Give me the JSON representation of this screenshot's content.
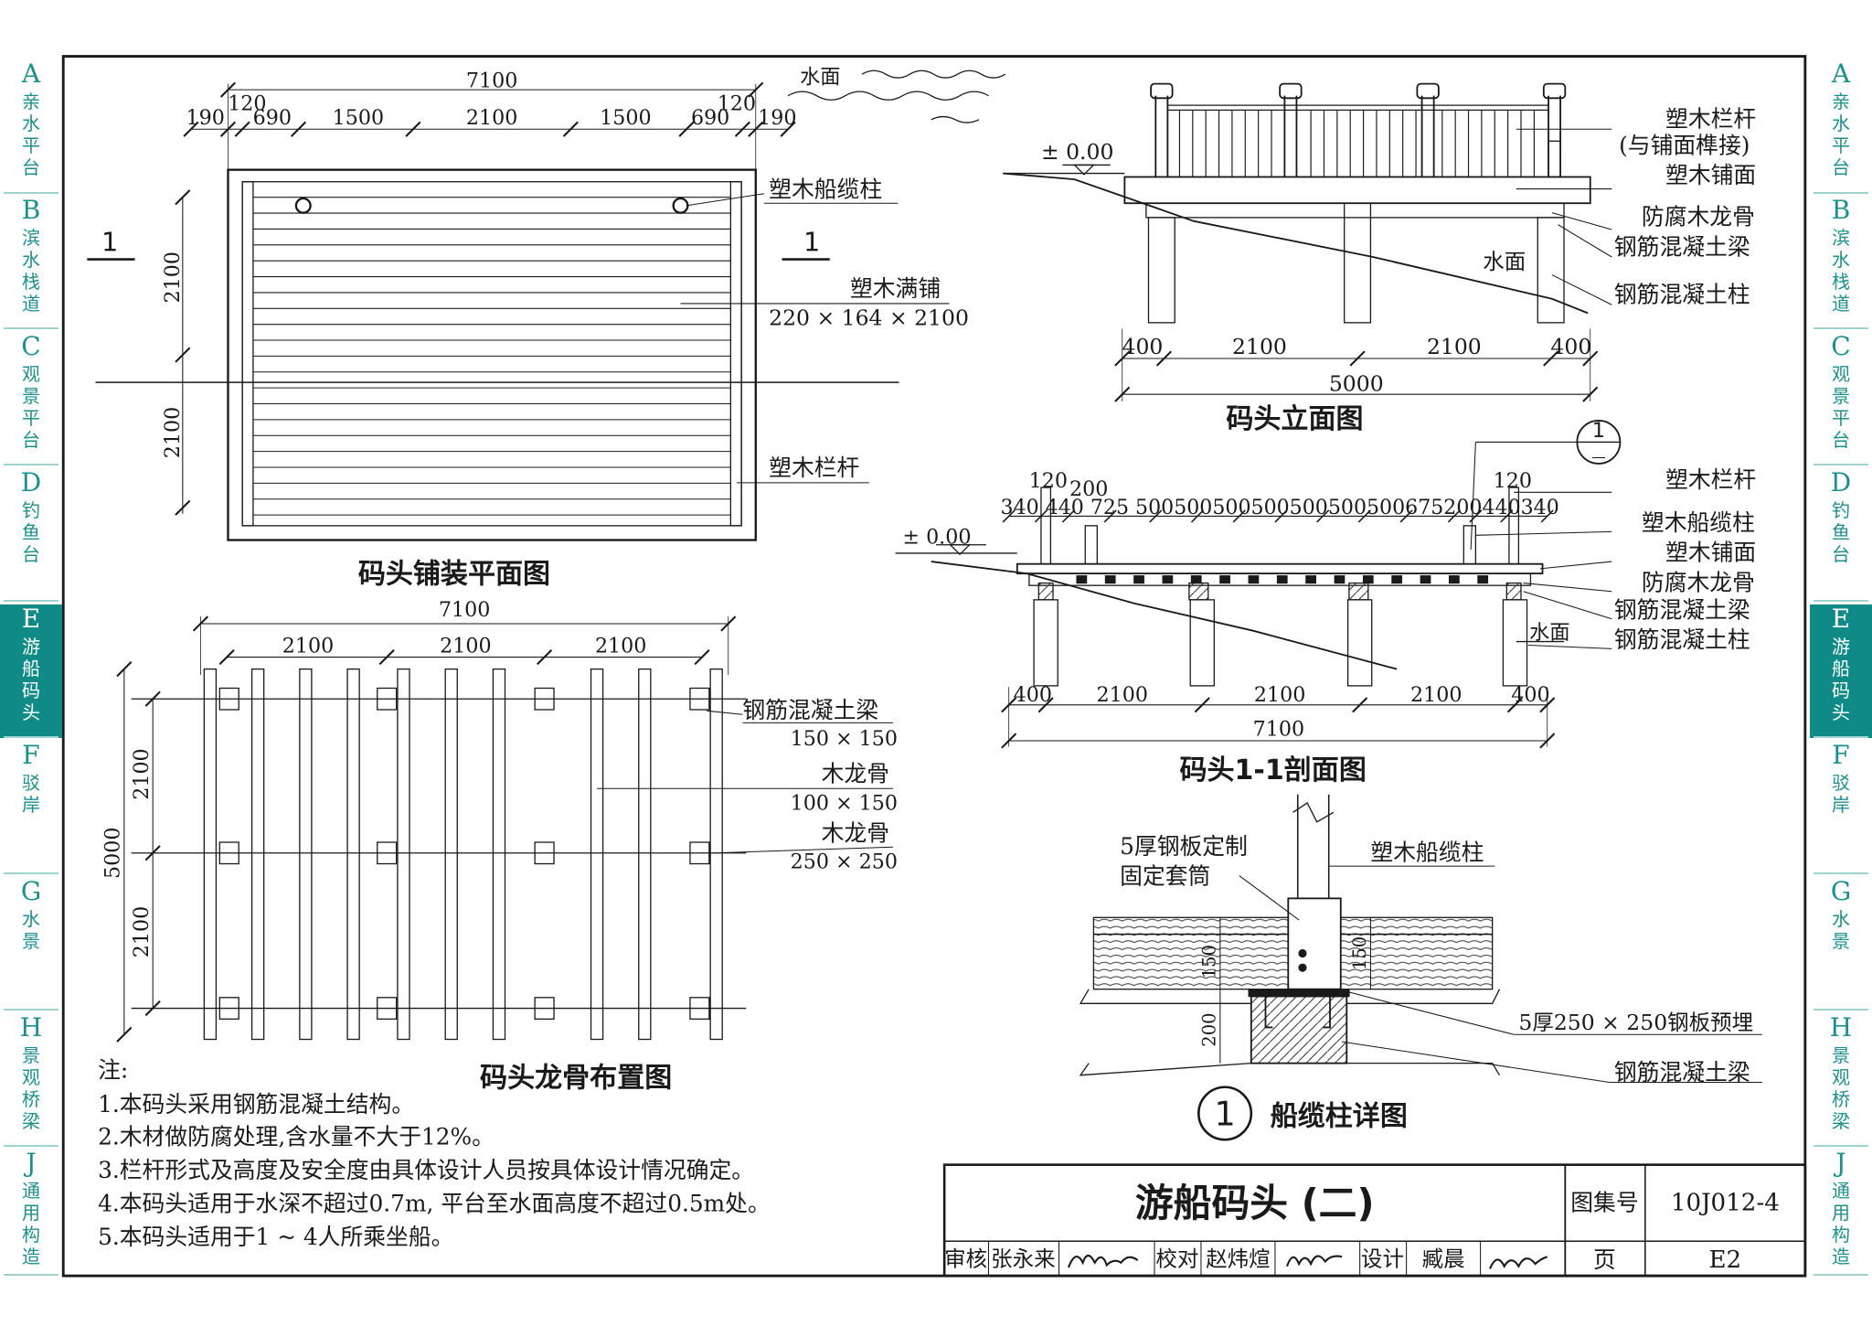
{
  "tabs": [
    {
      "letter": "A",
      "text": "亲水平台"
    },
    {
      "letter": "B",
      "text": "滨水栈道"
    },
    {
      "letter": "C",
      "text": "观景平台"
    },
    {
      "letter": "D",
      "text": "钓鱼台"
    },
    {
      "letter": "E",
      "text": "游船码头",
      "active": true
    },
    {
      "letter": "F",
      "text": "驳岸"
    },
    {
      "letter": "G",
      "text": "水景"
    },
    {
      "letter": "H",
      "text": "景观桥梁"
    },
    {
      "letter": "J",
      "text": "通用构造"
    }
  ],
  "plan": {
    "title": "码头铺装平面图",
    "water_label": "水面",
    "total_dim": "7100",
    "dims_top": [
      "120",
      "120"
    ],
    "dims_row": [
      "190",
      "690",
      "1500",
      "2100",
      "1500",
      "690",
      "190"
    ],
    "side_dims": [
      "2100",
      "2100"
    ],
    "section_mark": "1",
    "callouts": {
      "bollard": "塑木船缆柱",
      "deck": "塑木满铺",
      "deck_size": "220 × 164 × 2100",
      "railing": "塑木栏杆"
    }
  },
  "joist": {
    "title": "码头龙骨布置图",
    "total_dim": "7100",
    "dims": [
      "2100",
      "2100",
      "2100"
    ],
    "side_total": "5000",
    "side_dims": [
      "2100",
      "2100"
    ],
    "callouts": {
      "beam": "钢筋混凝土梁",
      "beam_size": "150 × 150",
      "joist1": "木龙骨",
      "joist1_size": "100 × 150",
      "joist2": "木龙骨",
      "joist2_size": "250 × 250"
    }
  },
  "elevation": {
    "title": "码头立面图",
    "level": "± 0.00",
    "water": "水面",
    "dims": [
      "400",
      "2100",
      "2100",
      "400"
    ],
    "total": "5000",
    "callouts": [
      "塑木栏杆",
      "(与铺面榫接)",
      "塑木铺面",
      "防腐木龙骨",
      "钢筋混凝土梁",
      "钢筋混凝土柱"
    ]
  },
  "section": {
    "title": "码头1-1剖面图",
    "level": "± 0.00",
    "water": "水面",
    "top_dims_a": [
      "120",
      "120"
    ],
    "top_dim_b": "200",
    "dim_row": "340 440  725 500500500500500500500675200440340",
    "dims": [
      "400",
      "2100",
      "2100",
      "2100",
      "400"
    ],
    "total": "7100",
    "detail_ref_num": "1",
    "detail_ref_sub": "—",
    "callouts": [
      "塑木栏杆",
      "塑木船缆柱",
      "塑木铺面",
      "防腐木龙骨",
      "钢筋混凝土梁",
      "钢筋混凝土柱"
    ]
  },
  "detail": {
    "num": "1",
    "title": "船缆柱详图",
    "left_callout": "5厚钢板定制",
    "left_callout2": "固定套筒",
    "top_callout": "塑木船缆柱",
    "plate": "5厚250 × 250钢板预埋",
    "beam": "钢筋混凝土梁",
    "dims": [
      "150",
      "200",
      "150"
    ]
  },
  "notes": {
    "head": "注:",
    "items": [
      "1.本码头采用钢筋混凝土结构。",
      "2.木材做防腐处理,含水量不大于12%。",
      "3.栏杆形式及高度及安全度由具体设计人员按具体设计情况确定。",
      "4.本码头适用于水深不超过0.7m, 平台至水面高度不超过0.5m处。",
      "5.本码头适用于1 ~ 4人所乘坐船。"
    ]
  },
  "titleblock": {
    "title": "游船码头 (二)",
    "atlas_label": "图集号",
    "atlas_no": "10J012-4",
    "page_label": "页",
    "page_no": "E2",
    "review_label": "审核",
    "reviewer": "张永来",
    "check_label": "校对",
    "checker": "赵炜煊",
    "design_label": "设计",
    "designer": "臧晨"
  },
  "colors": {
    "accent": "#0f8a86",
    "tab_text": "#1e8f8a",
    "line": "#1a1a1a"
  }
}
